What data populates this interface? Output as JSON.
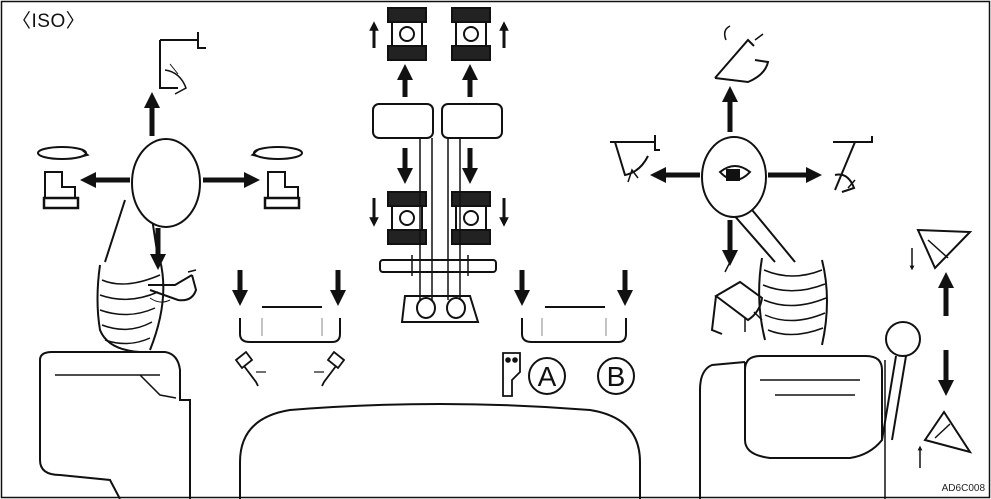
{
  "diagram": {
    "standard_label": "〈ISO〉",
    "figure_code": "AD6C008",
    "switch_labels": {
      "a": "A",
      "b": "B"
    }
  },
  "icons": [
    "boom-arm-up-icon",
    "boom-arm-down-icon",
    "swing-left-icon",
    "swing-right-icon",
    "travel-forward-left-icon",
    "travel-forward-right-icon",
    "travel-reverse-left-icon",
    "travel-reverse-right-icon",
    "bucket-curl-icon",
    "bucket-dump-icon",
    "arm-in-icon",
    "arm-out-icon",
    "blade-up-icon",
    "blade-down-icon",
    "pattern-switch-icon"
  ],
  "colors": {
    "line": "#111111",
    "background": "#ffffff"
  }
}
